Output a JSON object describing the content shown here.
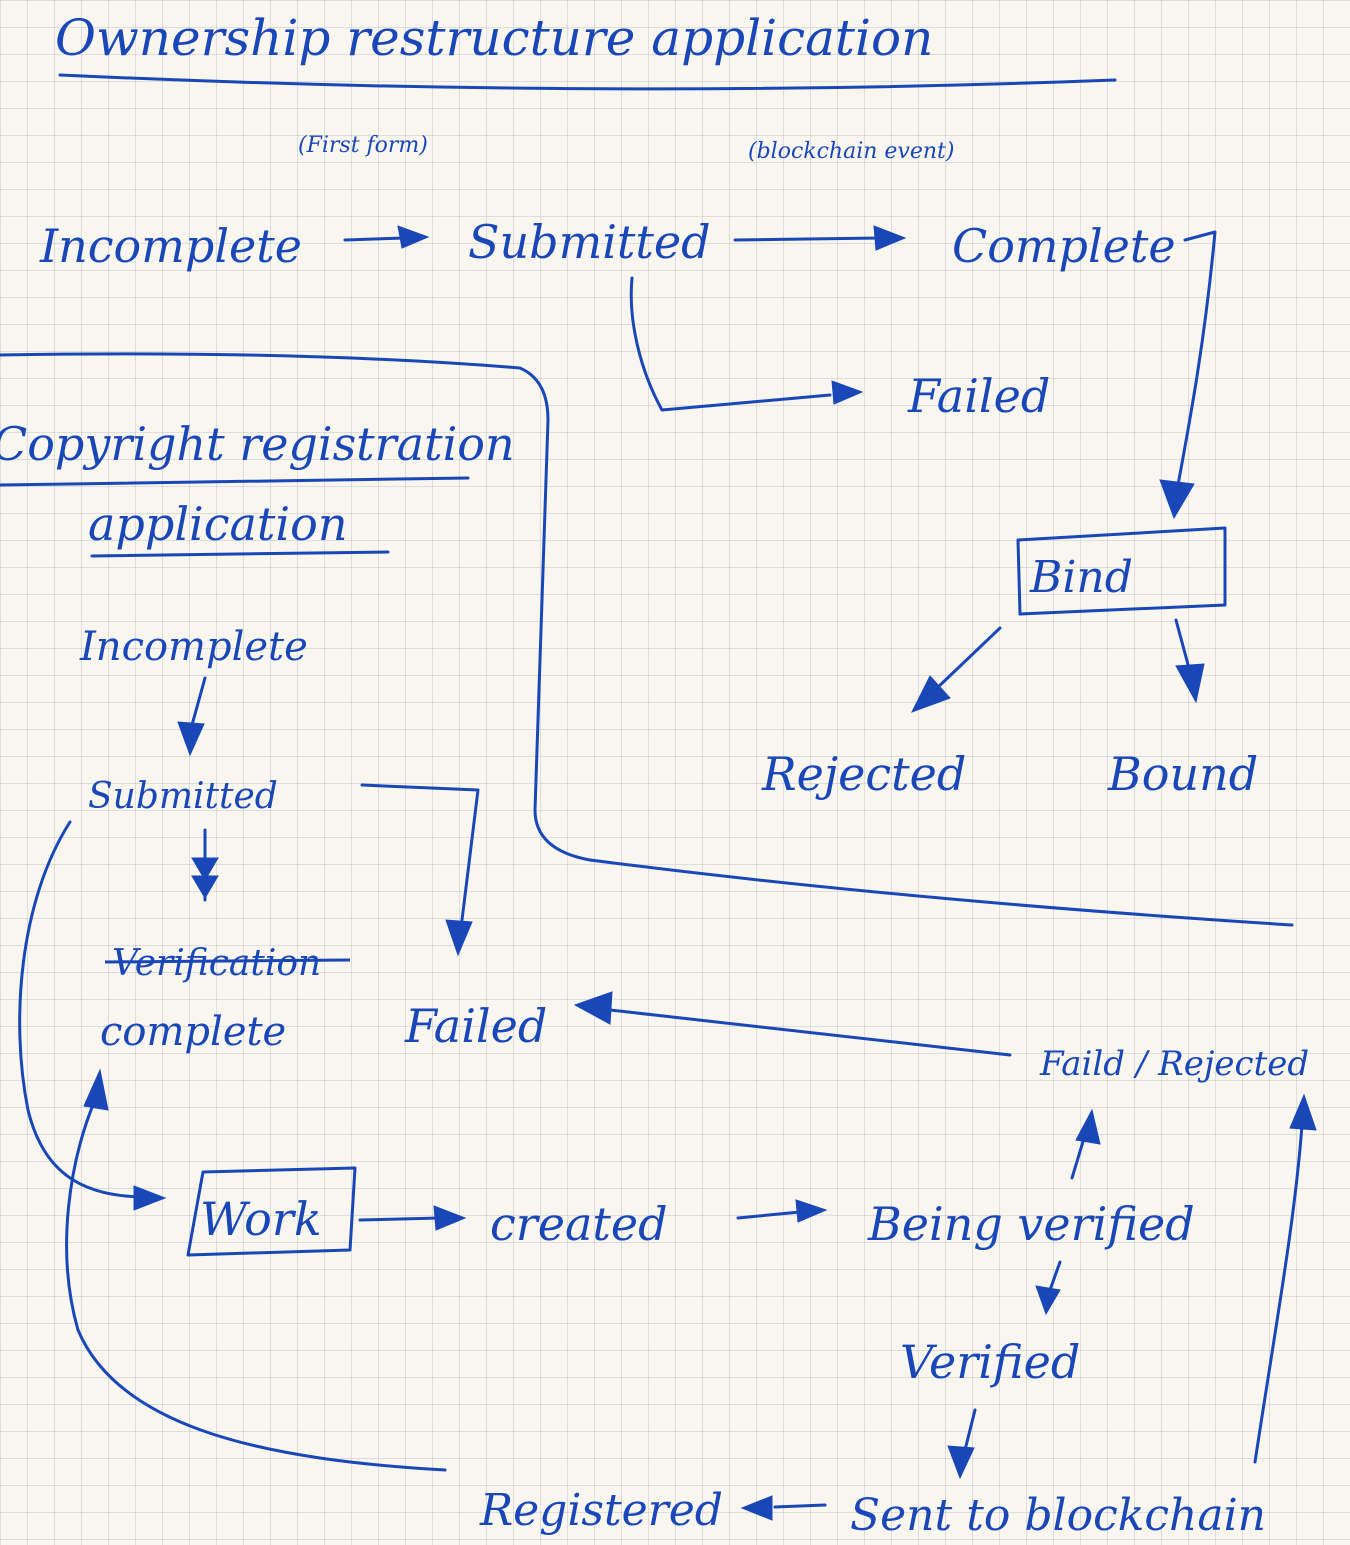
{
  "title": "Ownership restructure application",
  "ownership": {
    "note_first": "(First form)",
    "note_second": "(blockchain event)",
    "incomplete": "Incomplete",
    "submitted": "Submitted",
    "complete": "Complete",
    "failed": "Failed",
    "bind": "Bind",
    "rejected": "Rejected",
    "bound": "Bound"
  },
  "copyright": {
    "heading_line1": "Copyright registration",
    "heading_line2": "application",
    "incomplete": "Incomplete",
    "submitted": "Submitted",
    "struck": "Verification",
    "complete": "complete",
    "failed": "Failed",
    "failed_rejected": "Faild / Rejected",
    "work": "Work",
    "created": "created",
    "being_verified": "Being verified",
    "verified": "Verified",
    "sent_to_blockchain": "Sent to blockchain",
    "registered": "Registered"
  },
  "colors": {
    "ink": "#1a47b8",
    "paper": "#f8f6ef",
    "grid": "#b4bcc4"
  }
}
